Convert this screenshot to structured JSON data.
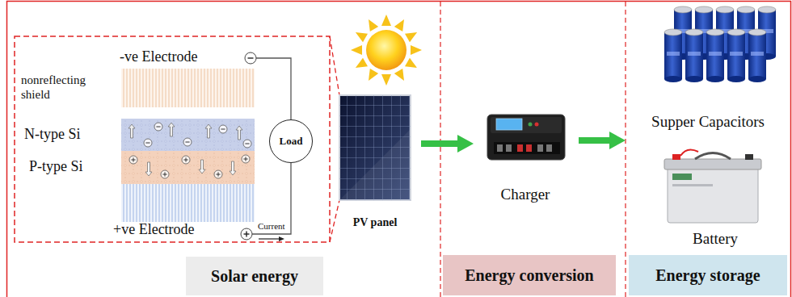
{
  "diagram": {
    "nodes": [
      {
        "text": [
          "Load"
        ]
      },
      {
        "text": [
          "PV panel"
        ]
      },
      {
        "text": [
          "Charger"
        ]
      },
      {
        "text": [
          "Supper Capacitors"
        ]
      },
      {
        "text": [
          "Battery"
        ]
      },
      {
        "text": [
          "Solar energy"
        ]
      },
      {
        "text": [
          "Energy conversion"
        ]
      },
      {
        "text": [
          "Energy storage"
        ]
      }
    ],
    "edges": [
      {
        "from": 1,
        "to": 2,
        "arrow": "to"
      },
      {
        "from": 2,
        "to": 3,
        "arrow": "to"
      }
    ],
    "labels": [
      "-ve Electrode",
      "nonreflecting shield",
      "N-type Si",
      "P-type Si",
      "+ve Electrode",
      "Current"
    ]
  }
}
